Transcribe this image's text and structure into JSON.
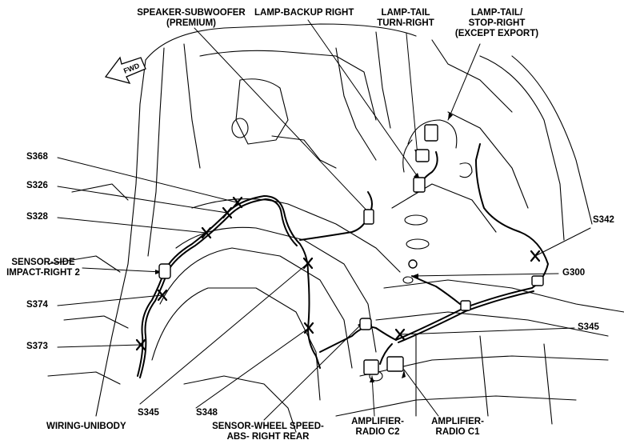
{
  "diagram": {
    "fwd_label": "FWD",
    "labels": {
      "speaker_subwoofer": [
        "SPEAKER-SUBWOOFER",
        "(PREMIUM)"
      ],
      "lamp_backup_right": [
        "LAMP-BACKUP RIGHT"
      ],
      "lamp_tail_turn_right": [
        "LAMP-TAIL",
        "TURN-RIGHT"
      ],
      "lamp_tail_stop_right": [
        "LAMP-TAIL/",
        "STOP-RIGHT",
        "(EXCEPT EXPORT)"
      ],
      "s368": [
        "S368"
      ],
      "s326": [
        "S326"
      ],
      "s328": [
        "S328"
      ],
      "sensor_side_impact": [
        "SENSOR-SIDE",
        "IMPACT-RIGHT 2"
      ],
      "s374": [
        "S374"
      ],
      "s373": [
        "S373"
      ],
      "wiring_unibody": [
        "WIRING-UNIBODY"
      ],
      "s345_left": [
        "S345"
      ],
      "s348": [
        "S348"
      ],
      "sensor_wheel_speed": [
        "SENSOR-WHEEL SPEED-",
        "ABS- RIGHT REAR"
      ],
      "amplifier_radio_c2": [
        "AMPLIFIER-",
        "RADIO C2"
      ],
      "amplifier_radio_c1": [
        "AMPLIFIER-",
        "RADIO C1"
      ],
      "s342": [
        "S342"
      ],
      "g300": [
        "G300"
      ],
      "s345_right": [
        "S345"
      ]
    },
    "colors": {
      "ink": "#000000",
      "background": "#ffffff"
    }
  }
}
